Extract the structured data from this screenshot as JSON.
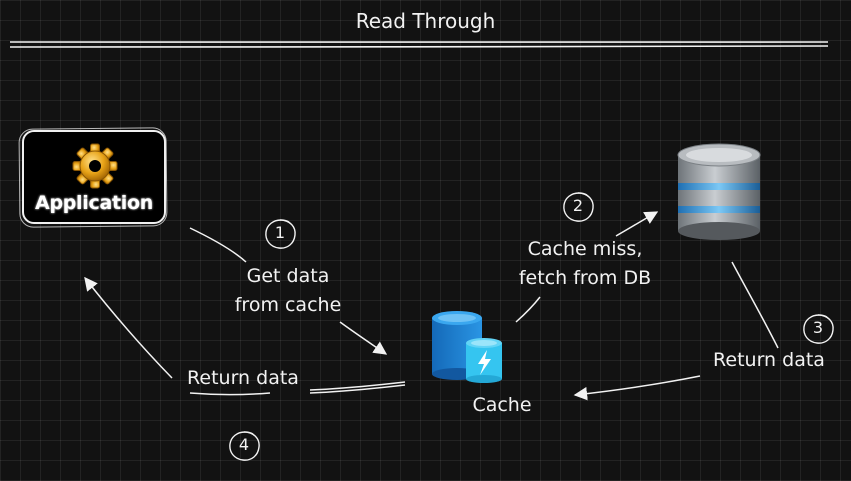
{
  "title": "Read Through",
  "nodes": {
    "application": {
      "label": "Application",
      "icon": "gear-icon"
    },
    "cache": {
      "label": "Cache",
      "icon": "cache-icon"
    },
    "database": {
      "label": "",
      "icon": "database-icon"
    }
  },
  "edges": [
    {
      "step": "1",
      "label_lines": [
        "Get data",
        "from cache"
      ],
      "from": "application",
      "to": "cache"
    },
    {
      "step": "2",
      "label_lines": [
        "Cache miss,",
        "fetch from DB"
      ],
      "from": "cache",
      "to": "database"
    },
    {
      "step": "3",
      "label_lines": [
        "Return data"
      ],
      "from": "database",
      "to": "cache"
    },
    {
      "step": "4",
      "label_lines": [
        "Return data"
      ],
      "from": "cache",
      "to": "application"
    }
  ],
  "colors": {
    "background": "#121212",
    "stroke": "#f2f2f2",
    "gear": "#e8a317",
    "cache_blue": "#1e88d8",
    "cache_cyan": "#35c5f0",
    "db_gray": "#9aa0a6",
    "db_blue": "#3b9ddd"
  }
}
